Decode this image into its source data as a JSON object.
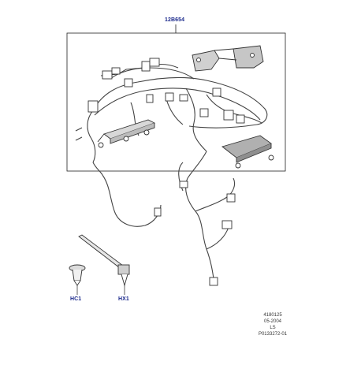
{
  "callouts": {
    "main_part": "12B654",
    "clip": "HC1",
    "tie": "HX1"
  },
  "reference": {
    "line1": "4180125",
    "line2": "05-2004",
    "line3": "LS",
    "line4": "P0133272-01"
  }
}
